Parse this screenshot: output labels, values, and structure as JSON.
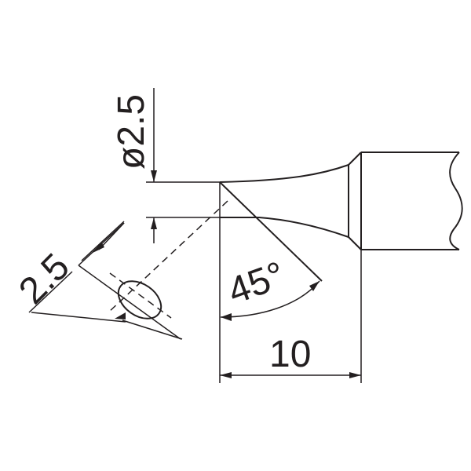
{
  "drawing": {
    "dimensions": {
      "diameter": "ø2.5",
      "face_width": "2.5",
      "angle": "45°",
      "length": "10"
    }
  }
}
